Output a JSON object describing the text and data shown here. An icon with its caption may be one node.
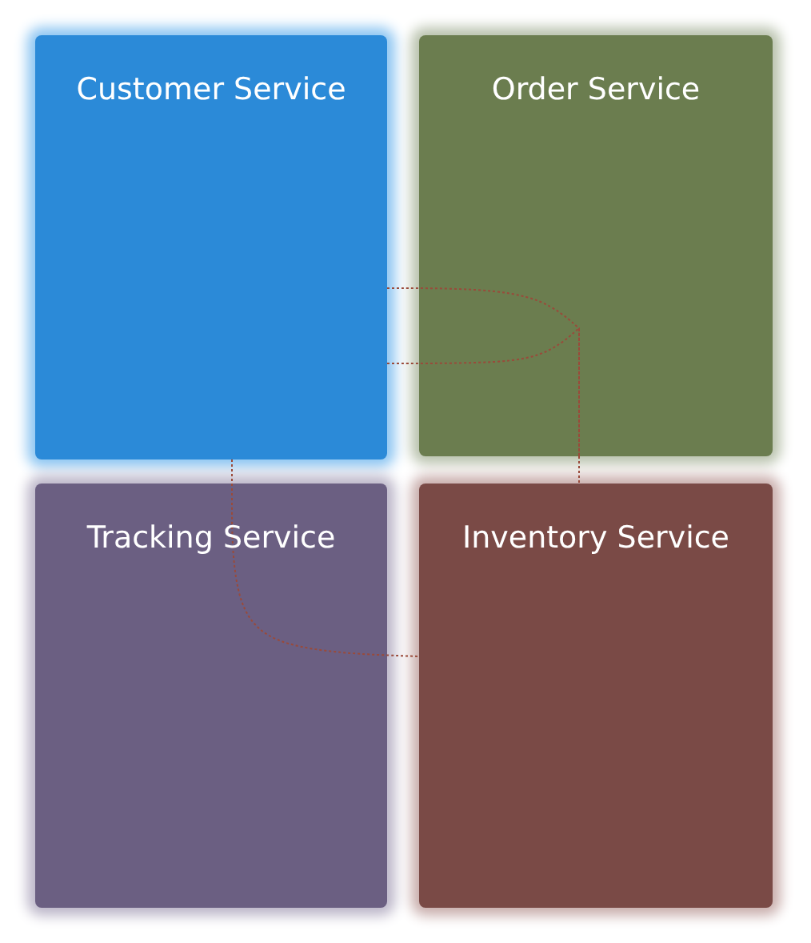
{
  "diagram": {
    "nodes": [
      {
        "text": [
          "Customer Service"
        ]
      },
      {
        "text": [
          "Order Service"
        ]
      },
      {
        "text": [
          "Tracking Service"
        ]
      },
      {
        "text": [
          "Inventory Service"
        ]
      }
    ],
    "edges": [
      {
        "from": 0,
        "to": 1,
        "arrow": "none",
        "style": "dashed"
      },
      {
        "from": 0,
        "to": 1,
        "arrow": "none",
        "style": "dashed"
      },
      {
        "from": 1,
        "to": 3,
        "arrow": "none",
        "style": "dashed"
      },
      {
        "from": 0,
        "to": 2,
        "arrow": "none",
        "style": "dashed"
      },
      {
        "from": 2,
        "to": 3,
        "arrow": "none",
        "style": "dashed"
      }
    ]
  }
}
